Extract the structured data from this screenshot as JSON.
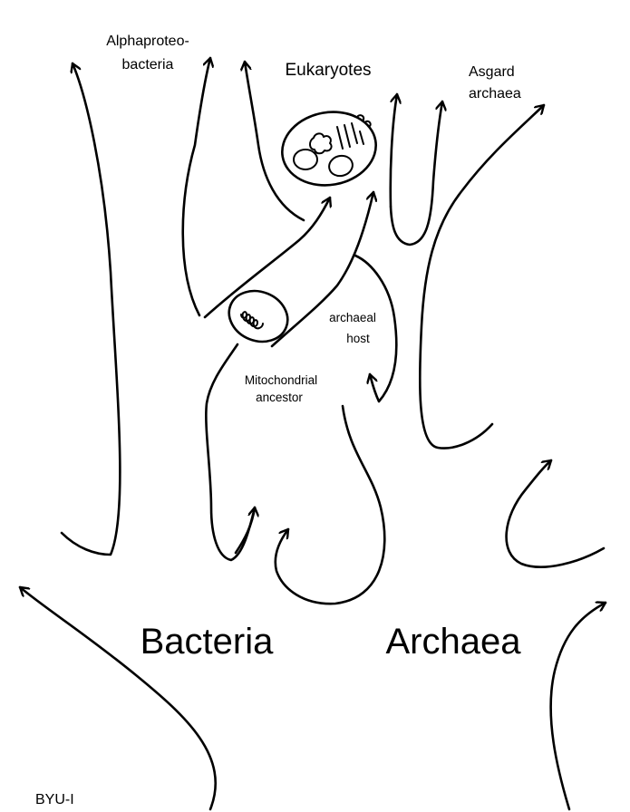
{
  "labels": {
    "alphaproteobacteria_line1": "Alphaproteo-",
    "alphaproteobacteria_line2": "bacteria",
    "eukaryotes": "Eukaryotes",
    "asgard_line1": "Asgard",
    "asgard_line2": "archaea",
    "archaeal_host_line1": "archaeal",
    "archaeal_host_line2": "host",
    "mitochondrial_line1": "Mitochondrial",
    "mitochondrial_line2": "ancestor",
    "bacteria": "Bacteria",
    "archaea": "Archaea",
    "credit": "BYU-I"
  },
  "colors": {
    "stroke": "#000000",
    "background": "#ffffff"
  }
}
